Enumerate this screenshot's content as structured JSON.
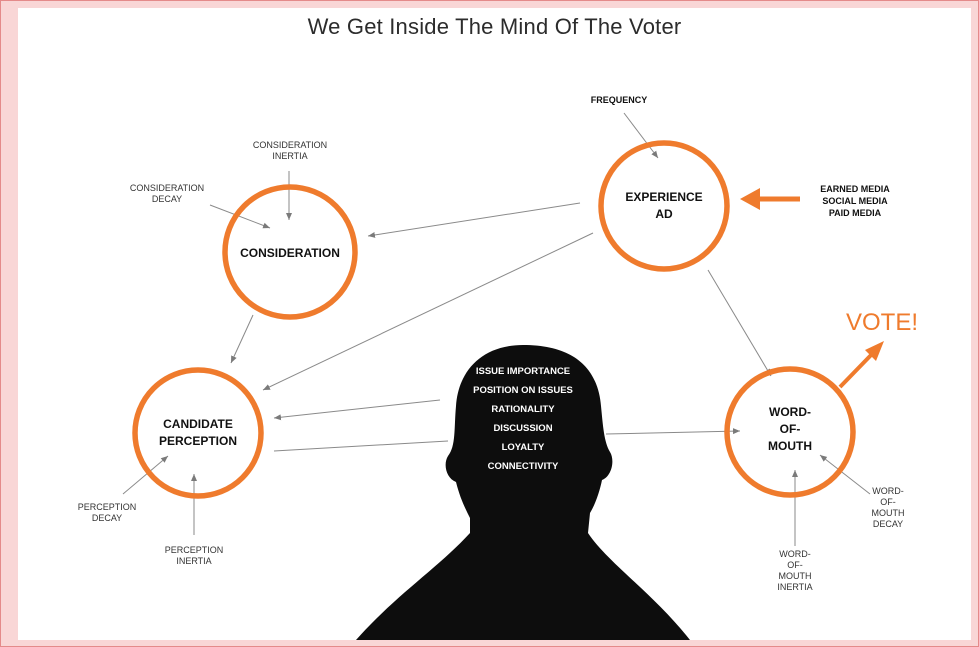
{
  "title": "We Get Inside The Mind Of The Voter",
  "colors": {
    "accent": "#ef7b2d",
    "text": "#111111",
    "frame": "#f9d6d6"
  },
  "circles": {
    "consideration": [
      "CONSIDERATION"
    ],
    "experience_ad": [
      "EXPERIENCE",
      "AD"
    ],
    "candidate_perception": [
      "CANDIDATE",
      "PERCEPTION"
    ],
    "word_of_mouth": [
      "WORD-",
      "OF-",
      "MOUTH"
    ]
  },
  "labels": {
    "frequency": [
      "FREQUENCY"
    ],
    "consideration_inertia": [
      "CONSIDERATION",
      "INERTIA"
    ],
    "consideration_decay": [
      "CONSIDERATION",
      "DECAY"
    ],
    "media": [
      "EARNED MEDIA",
      "SOCIAL MEDIA",
      "PAID MEDIA"
    ],
    "perception_decay": [
      "PERCEPTION",
      "DECAY"
    ],
    "perception_inertia": [
      "PERCEPTION",
      "INERTIA"
    ],
    "wom_decay": [
      "WORD-",
      "OF-",
      "MOUTH",
      "DECAY"
    ],
    "wom_inertia": [
      "WORD-",
      "OF-",
      "MOUTH",
      "INERTIA"
    ],
    "vote": "VOTE!"
  },
  "head_factors": [
    "ISSUE IMPORTANCE",
    "POSITION ON ISSUES",
    "RATIONALITY",
    "DISCUSSION",
    "LOYALTY",
    "CONNECTIVITY"
  ]
}
